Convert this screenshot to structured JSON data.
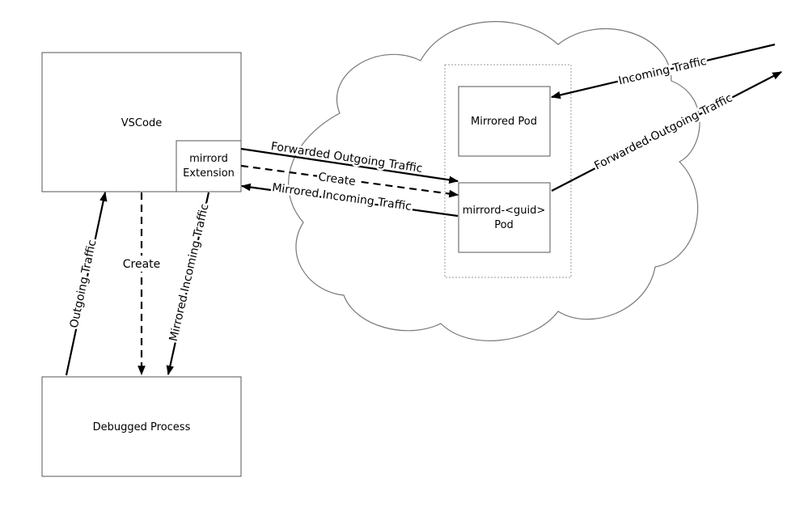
{
  "nodes": {
    "vscode": "VSCode",
    "extension_line1": "mirrord",
    "extension_line2": "Extension",
    "debugged": "Debugged Process",
    "mirrored_pod": "Mirrored Pod",
    "agent_line1": "mirrord-<guid>",
    "agent_line2": "Pod"
  },
  "edges": {
    "create_process": "Create",
    "outgoing": "Outgoing Traffic",
    "mirrored_incoming_local": "Mirrored Incoming Traffic",
    "forwarded_outgoing": "Forwarded Outgoing Traffic",
    "create_pod": "Create",
    "mirrored_incoming": "Mirrored Incoming Traffic",
    "incoming": "Incoming Traffic",
    "forwarded_outgoing_external": "Forwarded Outgoing Traffic"
  },
  "colors": {
    "stroke": "#000000",
    "box_border": "#555555",
    "cloud_border": "#777777"
  }
}
